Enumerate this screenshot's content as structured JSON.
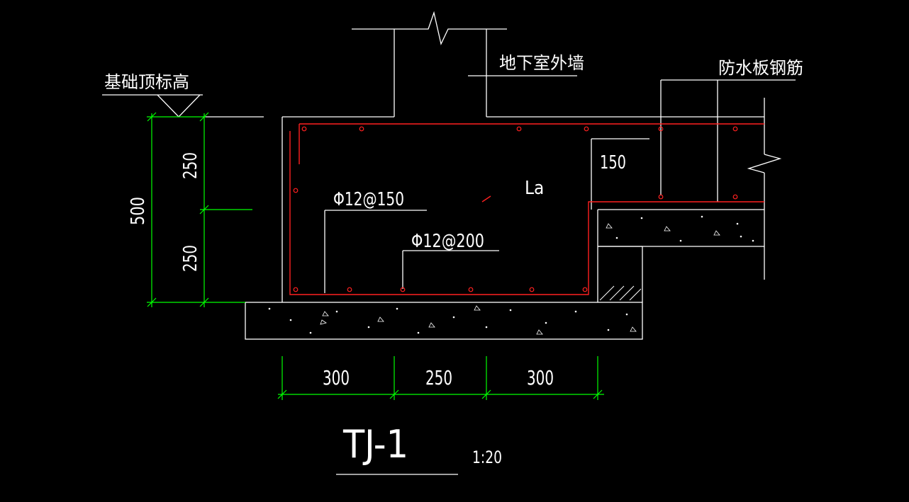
{
  "labels": {
    "foundation_top": "基础顶标高",
    "basement_wall": "地下室外墙",
    "waterproof_rebar": "防水板钢筋",
    "rebar_150": "Φ12@150",
    "rebar_200": "Φ12@200",
    "anchorage": "La",
    "offset_150": "150"
  },
  "dimensions": {
    "total_height": "500",
    "upper_height": "250",
    "lower_height": "250",
    "width_left": "300",
    "width_mid": "250",
    "width_right": "300"
  },
  "title": {
    "name": "TJ-1",
    "scale": "1:20"
  },
  "colors": {
    "background": "#000000",
    "outline": "#ffffff",
    "rebar": "#ff2020",
    "dimension": "#00ff00"
  }
}
